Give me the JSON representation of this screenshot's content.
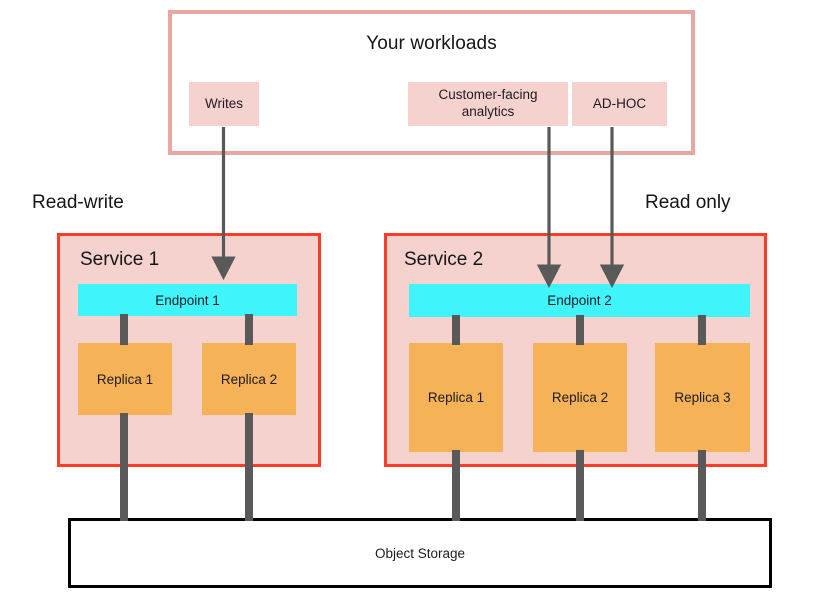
{
  "diagram": {
    "title": "Your workloads",
    "workloads": [
      {
        "id": "writes",
        "label": "Writes"
      },
      {
        "id": "customer-facing-analytics",
        "label": "Customer-facing\nanalytics"
      },
      {
        "id": "ad-hoc",
        "label": "AD-HOC"
      }
    ],
    "section_labels": {
      "left": "Read-write",
      "right": "Read only"
    },
    "services": [
      {
        "id": "service-1",
        "title": "Service 1",
        "endpoint": "Endpoint 1",
        "replicas": [
          "Replica 1",
          "Replica 2"
        ]
      },
      {
        "id": "service-2",
        "title": "Service 2",
        "endpoint": "Endpoint 2",
        "replicas": [
          "Replica 1",
          "Replica 2",
          "Replica 3"
        ]
      }
    ],
    "storage": {
      "label": "Object Storage"
    },
    "colors": {
      "pink_fill": "#f5d2cd",
      "pink_border": "#e8a7a0",
      "service_border": "#fa3c28",
      "endpoint_cyan": "#40f4fc",
      "replica_orange": "#f5b256",
      "connector_gray": "#595959",
      "storage_border": "#000000",
      "text": "#14161a",
      "background": "#ffffff"
    }
  }
}
